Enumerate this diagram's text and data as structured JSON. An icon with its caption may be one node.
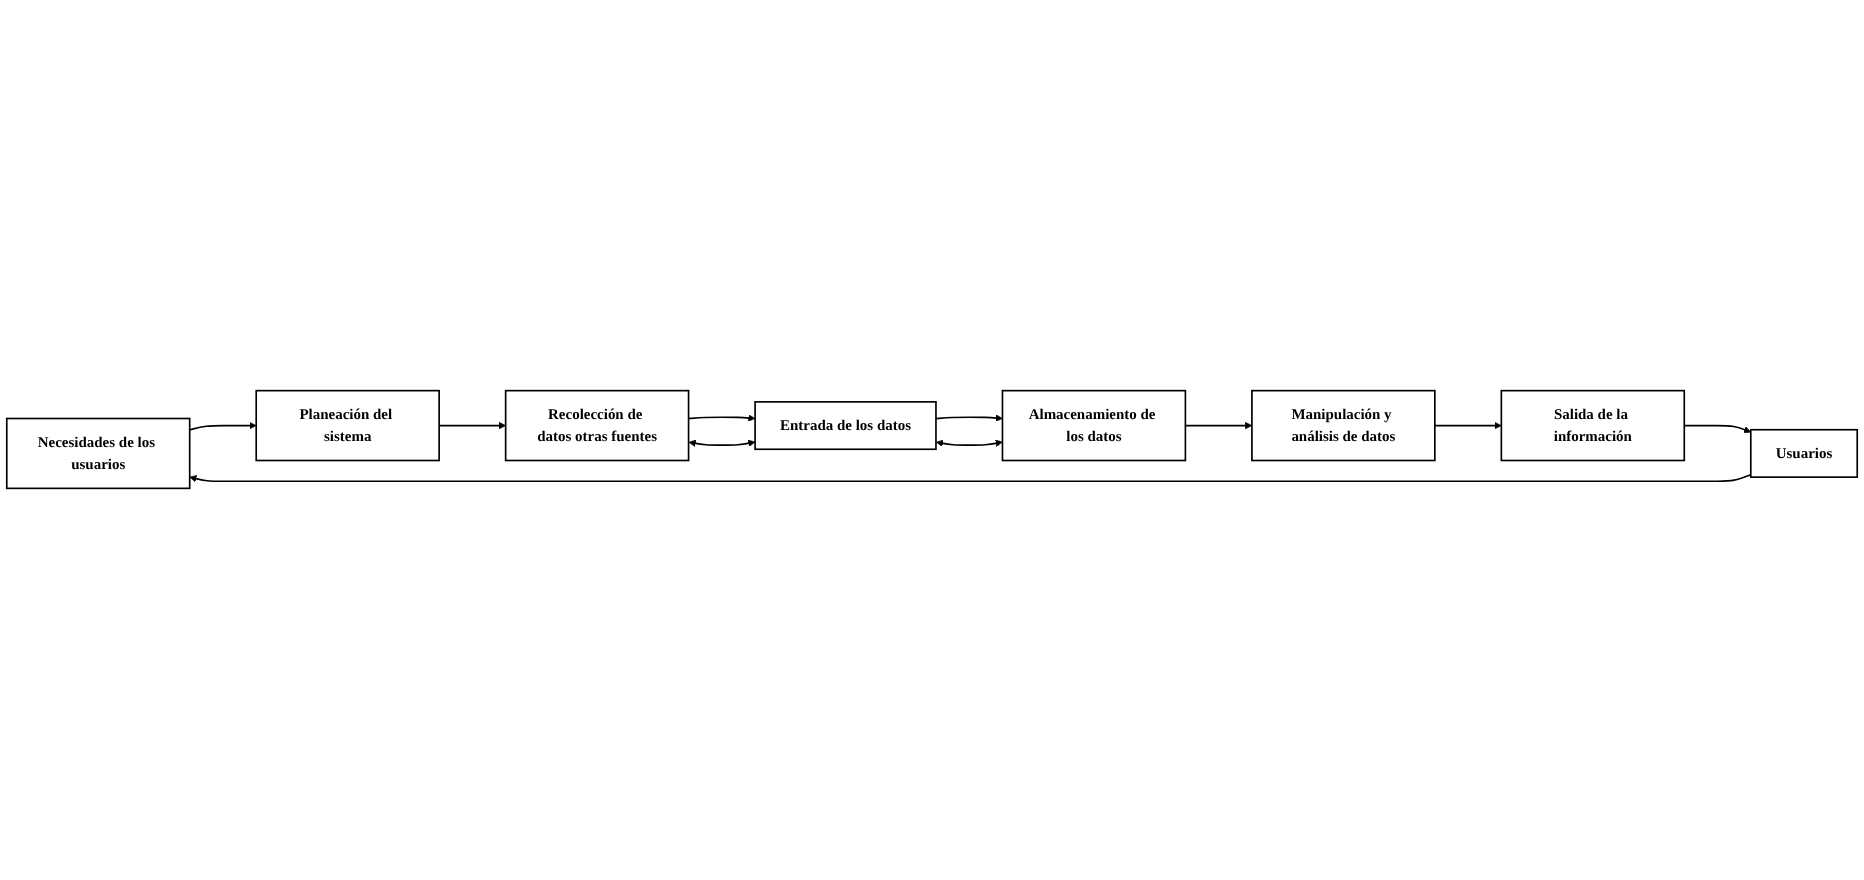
{
  "diagram": {
    "nodes": [
      {
        "text": [
          "Necesidades de los usuarios"
        ]
      },
      {
        "text": [
          "Usuarios"
        ]
      },
      {
        "text": [
          "Salida de la información"
        ]
      },
      {
        "text": [
          "Manipulación y análisis de datos"
        ]
      },
      {
        "text": [
          "Planeación del sistema"
        ]
      },
      {
        "text": [
          "Recolección de datos otras fuentes"
        ]
      },
      {
        "text": [
          "Entrada de los datos"
        ]
      },
      {
        "text": [
          "Almacenamiento de los datos"
        ]
      }
    ],
    "edges": [
      {
        "from": 4,
        "to": 5,
        "arrow": "to"
      },
      {
        "from": 5,
        "to": 6,
        "arrow": "to"
      },
      {
        "from": 6,
        "to": 7,
        "arrow": "to"
      },
      {
        "from": 7,
        "to": 3,
        "arrow": "to"
      },
      {
        "from": 3,
        "to": 2,
        "arrow": "to"
      },
      {
        "from": 2,
        "to": 1,
        "arrow": "to"
      },
      {
        "from": 1,
        "to": 0,
        "arrow": "to"
      },
      {
        "from": 0,
        "to": 4,
        "arrow": "to"
      },
      {
        "from": 5,
        "to": 6,
        "arrow": "both"
      },
      {
        "from": 6,
        "to": 7,
        "arrow": "both"
      }
    ]
  }
}
